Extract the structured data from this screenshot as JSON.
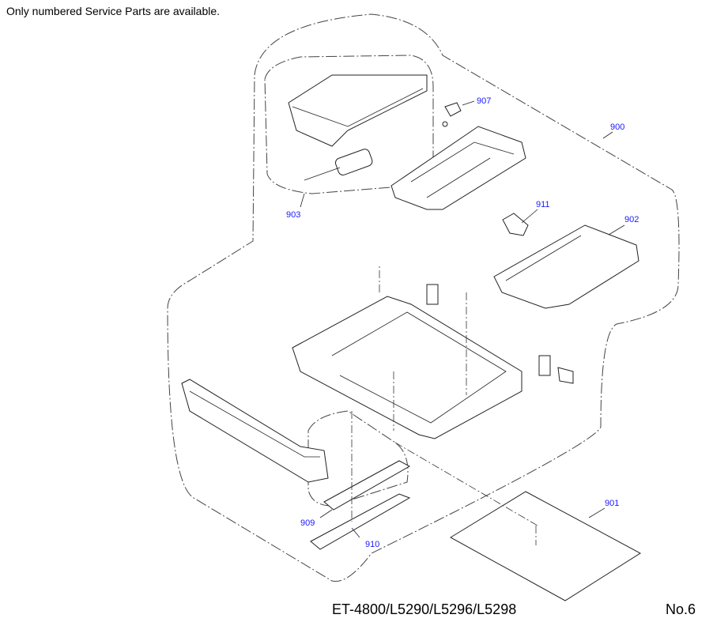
{
  "header": {
    "note": "Only numbered Service Parts are available."
  },
  "footer": {
    "model": "ET-4800/L5290/L5296/L5298",
    "page": "No.6"
  },
  "parts": [
    {
      "id": "p900",
      "label": "900"
    },
    {
      "id": "p901",
      "label": "901"
    },
    {
      "id": "p902",
      "label": "902"
    },
    {
      "id": "p903",
      "label": "903"
    },
    {
      "id": "p907",
      "label": "907"
    },
    {
      "id": "p909",
      "label": "909"
    },
    {
      "id": "p910",
      "label": "910"
    },
    {
      "id": "p911",
      "label": "911"
    }
  ]
}
